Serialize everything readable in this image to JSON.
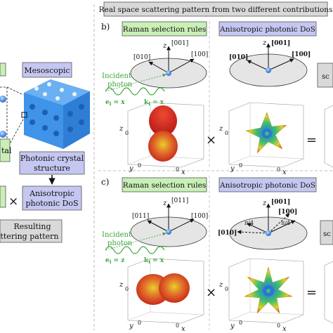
{
  "header": "Real space scattering pattern from two different contributions",
  "left": {
    "mesoscopic": "Mesoscopic",
    "crystal_line1": "Photonic crystal",
    "crystal_line2": "structure",
    "dos_line1": "Anisotropic",
    "dos_line2": "photonic DoS",
    "partial_box": "tal",
    "result_line1": "Resulting",
    "result_line2": "ttering pattern",
    "times": "×"
  },
  "panel_b": {
    "label": "b)",
    "raman": "Raman selection rules",
    "dos": "Anisotropic photonic DoS",
    "axes_raman": {
      "z": "z",
      "z_dir": "[001]",
      "x_dir": "[010]",
      "y_dir": "[100]"
    },
    "axes_dos": {
      "z": "z",
      "z_dir": "[001]",
      "x_dir": "[010]",
      "y_dir": "[100]"
    },
    "incident_line1": "Incident",
    "incident_line2": "photon",
    "e_vec": "e",
    "e_sub": "i",
    "e_eq": " = x",
    "k_vec": "k",
    "k_sub": "i",
    "k_eq": " = x",
    "box_z": "z",
    "box_y": "y",
    "box_x": "x",
    "box_zero": "0",
    "times": "×",
    "equals": "=",
    "partial": "sc"
  },
  "panel_c": {
    "label": "c)",
    "raman": "Raman selection rules",
    "dos": "Anisotropic photonic DoS",
    "axes_raman": {
      "z": "z",
      "z_dir": "[011]",
      "x_dir": "[011]",
      "y_dir": "[100]"
    },
    "axes_dos": {
      "z": "z",
      "z_dir": "[001]",
      "x_dir": "[010]",
      "y_dir": "[100]",
      "bold_dir": "[100]"
    },
    "angle1": "π/4",
    "angle2": "π/4",
    "incident_line1": "Incident",
    "incident_line2": "photon",
    "e_vec": "e",
    "e_sub": "i",
    "e_eq": " = z",
    "k_vec": "k",
    "k_sub": "i",
    "k_eq": " = x",
    "box_z": "z",
    "box_y": "y",
    "box_x": "x",
    "box_zero": "0",
    "times": "×",
    "equals": "=",
    "partial": "sc"
  },
  "colors": {
    "green_box_fill": "#c9efb7",
    "blue_box_fill": "#c5c7f1",
    "gray_box_fill": "#d9d9d9",
    "crystal_blue": "#3f93e8",
    "photon_green": "#3aa43a",
    "shape_red": "#d82a1e",
    "shape_yellow": "#d6c826"
  }
}
